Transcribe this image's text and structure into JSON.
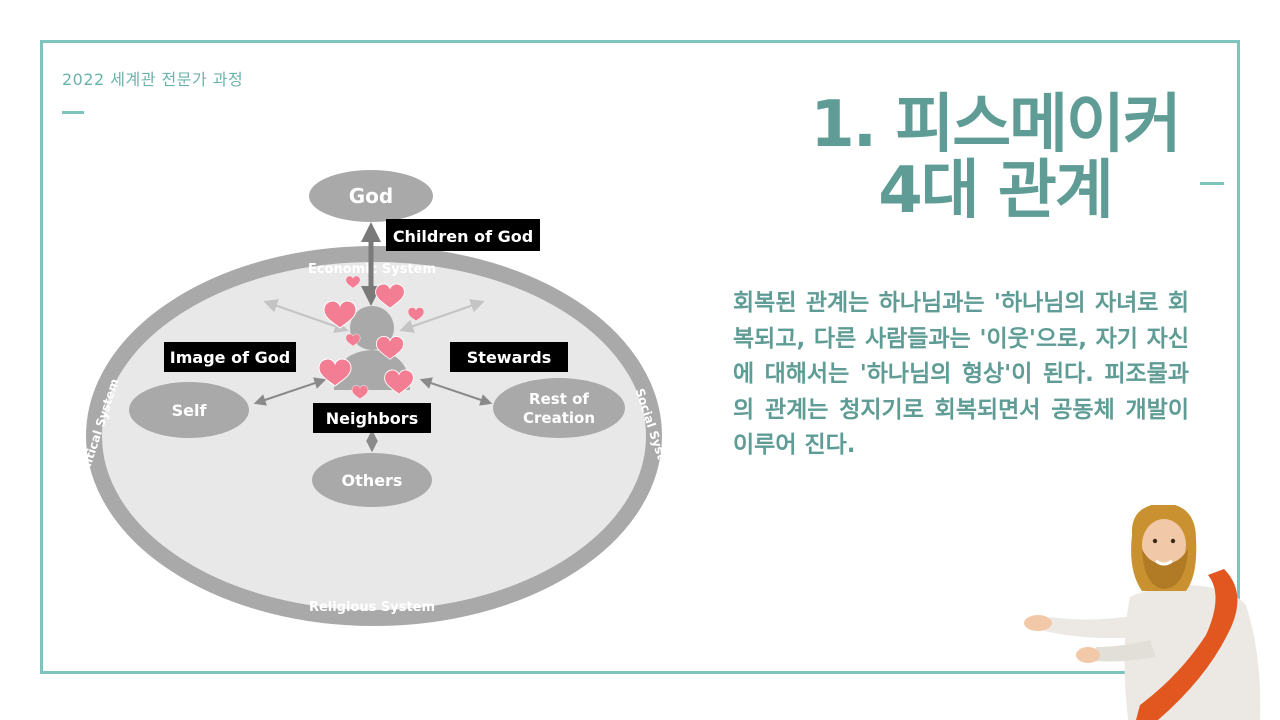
{
  "header": {
    "course_label": "2022 세계관 전문가 과정"
  },
  "title": {
    "line1": "1. 피스메이커",
    "line2": "4대 관계"
  },
  "body": {
    "paragraph": "회복된 관계는 하나님과는 '하나님의 자녀로 회복되고, 다른 사람들과는 '이웃'으로, 자기 자신에 대해서는 '하나님의 형상'이 된다. 피조물과의 관계는 청지기로 회복되면서 공동체 개발이 이루어 진다."
  },
  "diagram": {
    "nodes": {
      "god": "God",
      "self": "Self",
      "others": "Others",
      "creation_line1": "Rest of",
      "creation_line2": "Creation"
    },
    "relations": {
      "children_of_god": "Children of God",
      "image_of_god": "Image of God",
      "stewards": "Stewards",
      "neighbors": "Neighbors"
    },
    "systems": {
      "economic": "Economic System",
      "political": "Political System",
      "social": "Social System",
      "religious": "Religious System"
    }
  },
  "colors": {
    "accent": "#7ec4be",
    "text_teal": "#5e9c95",
    "heart": "#f37d92",
    "diagram_gray": "#a9a9a9"
  }
}
